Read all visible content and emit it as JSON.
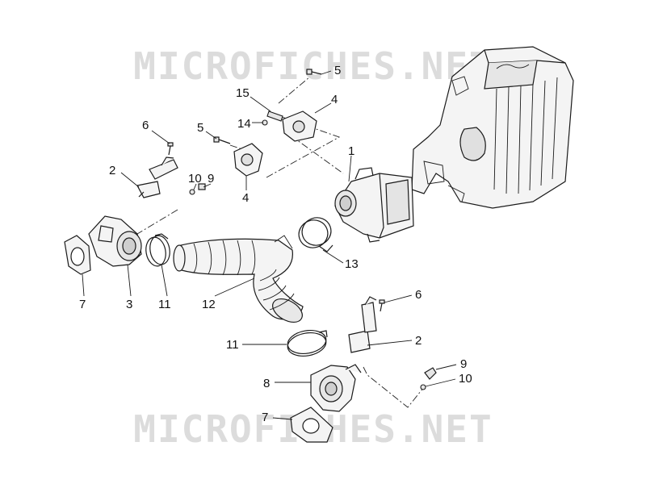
{
  "diagram": {
    "watermark": "MICROFICHES.NET",
    "colors": {
      "line": "#1a1a1a",
      "part_fill": "#f4f4f4",
      "part_shade": "#cfcfcf",
      "watermark": "#dcdcdc",
      "background": "#ffffff"
    },
    "callouts": [
      {
        "id": "c-5a",
        "label": "5"
      },
      {
        "id": "c-15",
        "label": "15"
      },
      {
        "id": "c-4a",
        "label": "4"
      },
      {
        "id": "c-14",
        "label": "14"
      },
      {
        "id": "c-6a",
        "label": "6"
      },
      {
        "id": "c-5b",
        "label": "5"
      },
      {
        "id": "c-1",
        "label": "1"
      },
      {
        "id": "c-2a",
        "label": "2"
      },
      {
        "id": "c-10a",
        "label": "10"
      },
      {
        "id": "c-9a",
        "label": "9"
      },
      {
        "id": "c-4b",
        "label": "4"
      },
      {
        "id": "c-13",
        "label": "13"
      },
      {
        "id": "c-7a",
        "label": "7"
      },
      {
        "id": "c-3",
        "label": "3"
      },
      {
        "id": "c-11a",
        "label": "11"
      },
      {
        "id": "c-12",
        "label": "12"
      },
      {
        "id": "c-6b",
        "label": "6"
      },
      {
        "id": "c-2b",
        "label": "2"
      },
      {
        "id": "c-11b",
        "label": "11"
      },
      {
        "id": "c-9b",
        "label": "9"
      },
      {
        "id": "c-8",
        "label": "8"
      },
      {
        "id": "c-10b",
        "label": "10"
      },
      {
        "id": "c-7b",
        "label": "7"
      }
    ]
  }
}
